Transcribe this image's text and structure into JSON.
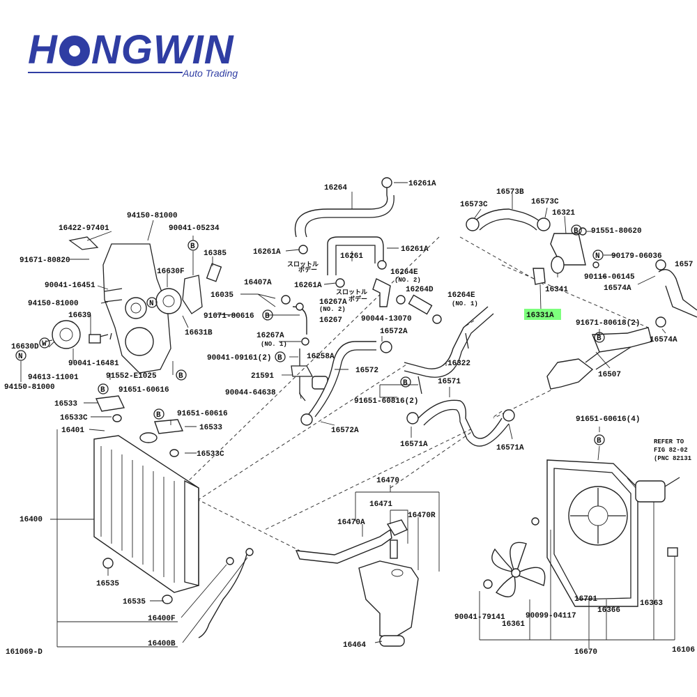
{
  "logo": {
    "text_left": "H",
    "text_right": "NGWIN",
    "tagline": "Auto Trading"
  },
  "labels": {
    "p16264": "16264",
    "p16261A_top": "16261A",
    "p16573B": "16573B",
    "p16573C_l": "16573C",
    "p16573C_r": "16573C",
    "p16321": "16321",
    "p91551": "91551-80620",
    "p90179": "90179-06036",
    "p1657_right": "1657",
    "p90116": "90116-06145",
    "p16574A_1": "16574A",
    "p16341": "16341",
    "p16331A": "16331A",
    "p91671_80618": "91671-80618(2)",
    "p16574A_2": "16574A",
    "p16507": "16507",
    "p16261A_l": "16261A",
    "p16261_mid": "16261",
    "p16261A_r": "16261A",
    "p16264E_2": "16264E",
    "no2a": "(NO. 2)",
    "p16264D": "16264D",
    "p16264E_1": "16264E",
    "no1a": "(NO. 1)",
    "p16261A_m": "16261A",
    "p16407A": "16407A",
    "p16035": "16035",
    "p16267A_2": "16267A",
    "no2b": "(NO. 2)",
    "p91671_80616": "91671-80616",
    "p16267": "16267",
    "p90044_13070": "90044-13070",
    "p16572A_t": "16572A",
    "p16267A_1": "16267A",
    "no1b": "(NO. 1)",
    "p90041_09161": "90041-09161(2)",
    "p16258A": "16258A",
    "p16572": "16572",
    "p16322": "16322",
    "p21591": "21591",
    "p16571": "16571",
    "p90044_64638": "90044-64638",
    "p91651_60816": "91651-60816(2)",
    "p16572A_b": "16572A",
    "p16571A_l": "16571A",
    "p16571A_r": "16571A",
    "p91651_60616_4": "91651-60616(4)",
    "refer1": "REFER TO",
    "refer2": "FIG 82-02",
    "refer3": "(PNC 82131",
    "p16422": "16422-97401",
    "p94150_81000_t": "94150-81000",
    "p90041_05234": "90041-05234",
    "p16385": "16385",
    "p91671_80820": "91671-80820",
    "p16630F": "16630F",
    "p90041_16451": "90041-16451",
    "p94150_81000_m": "94150-81000",
    "p16639": "16639",
    "p16631B": "16631B",
    "p16630D": "16630D",
    "p94613": "94613-11001",
    "p90041_16481": "90041-16481",
    "p91552": "91552-E1025",
    "p94150_81000_b": "94150-81000",
    "p91651_60616_a": "91651-60616",
    "p16533_l": "16533",
    "p16533C_l": "16533C",
    "p91651_60616_b": "91651-60616",
    "p16401": "16401",
    "p16533_r": "16533",
    "p16533C_r": "16533C",
    "p16400": "16400",
    "p16535_a": "16535",
    "p16535_b": "16535",
    "p16400F": "16400F",
    "p16400B": "16400B",
    "p161069D": "161069-D",
    "p16470": "16470",
    "p16471": "16471",
    "p16470A": "16470A",
    "p16470R": "16470R",
    "p16464": "16464",
    "p16701": "16701",
    "p16366": "16366",
    "p16363": "16363",
    "p90041_79141": "90041-79141",
    "p90099": "90099-04117",
    "p16361": "16361",
    "p16670": "16670",
    "p16106": "16106",
    "jp1": "スロットル",
    "jp2": "ボデー"
  },
  "markers": {
    "B": "B",
    "N": "N",
    "W": "W"
  },
  "highlight_color": "#7dff7d",
  "brand_color": "#2f3da3"
}
